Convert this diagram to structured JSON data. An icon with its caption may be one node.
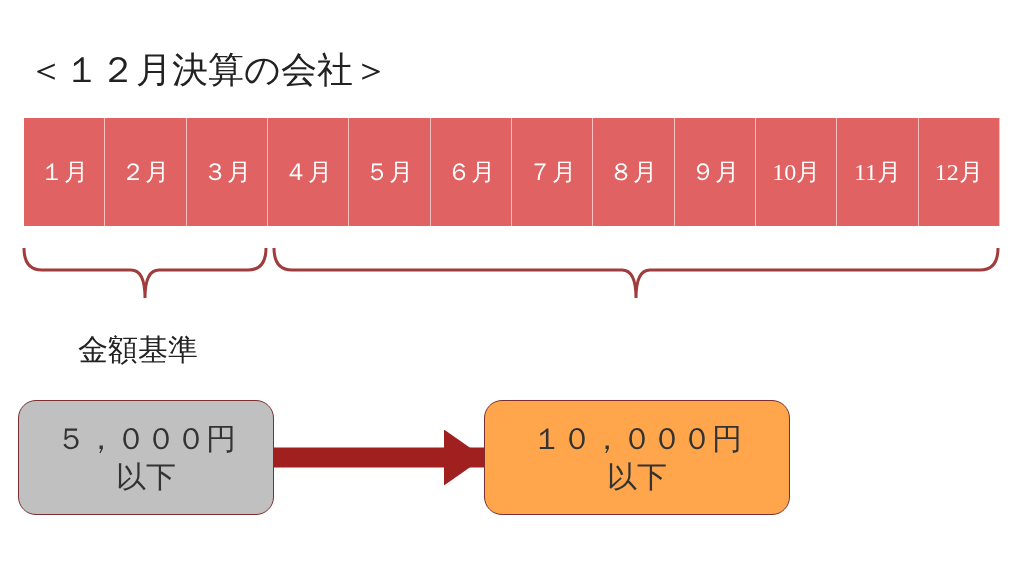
{
  "diagram": {
    "title": "＜１２月決算の会社＞",
    "nodes": [
      {
        "text": [
          "１月"
        ]
      },
      {
        "text": [
          "２月"
        ]
      },
      {
        "text": [
          "３月"
        ]
      },
      {
        "text": [
          "４月"
        ]
      },
      {
        "text": [
          "５月"
        ]
      },
      {
        "text": [
          "６月"
        ]
      },
      {
        "text": [
          "７月"
        ]
      },
      {
        "text": [
          "８月"
        ]
      },
      {
        "text": [
          "９月"
        ]
      },
      {
        "text": [
          "10月"
        ]
      },
      {
        "text": [
          "11月"
        ]
      },
      {
        "text": [
          "12月"
        ]
      },
      {
        "text": [
          "５，０００円",
          "以下"
        ]
      },
      {
        "text": [
          "１０，０００円",
          "以下"
        ]
      }
    ],
    "edges": [
      {
        "from": 12,
        "to": 13,
        "arrow": "to"
      }
    ],
    "labels": [
      "金額基準"
    ]
  }
}
